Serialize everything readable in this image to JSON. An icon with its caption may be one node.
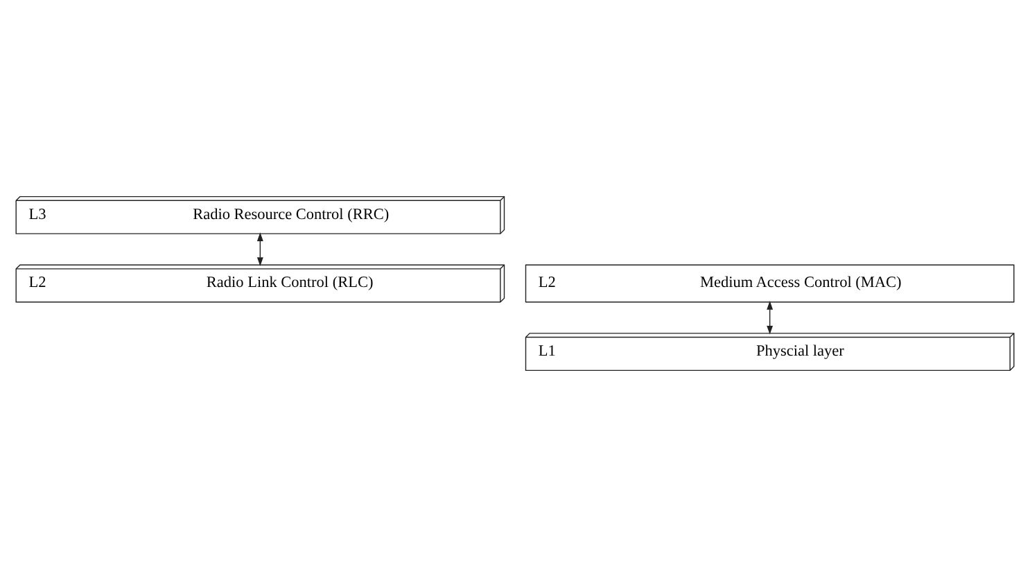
{
  "diagram": {
    "nodes": [
      {
        "text": [
          "L3",
          "Radio Resource Control (RRC)"
        ]
      },
      {
        "text": [
          "L2",
          "Radio Link Control (RLC)"
        ]
      },
      {
        "text": [
          "L2",
          "Medium Access Control (MAC)"
        ]
      },
      {
        "text": [
          "L1",
          "Physcial layer"
        ]
      }
    ],
    "edges": [
      {
        "from": 0,
        "to": 1,
        "arrow": "both"
      },
      {
        "from": 2,
        "to": 3,
        "arrow": "both"
      }
    ]
  }
}
